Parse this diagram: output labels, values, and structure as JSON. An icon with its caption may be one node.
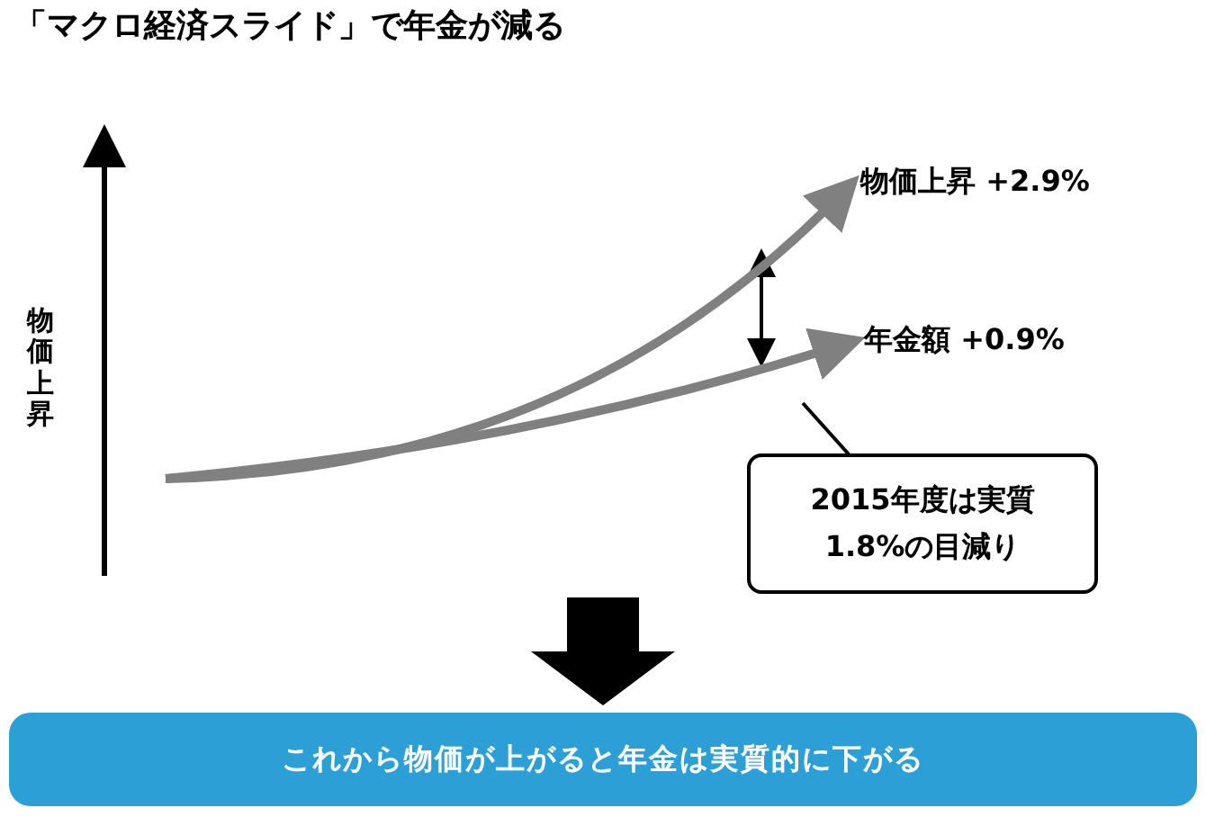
{
  "diagram": {
    "title": "「マクロ経済スライド」で年金が減る",
    "nodes": [
      {
        "text": [
          "物価上昇 +2.9%"
        ]
      },
      {
        "text": [
          "年金額 +0.9%"
        ]
      },
      {
        "text": [
          "2015年度は実質 1.8%の目減り"
        ]
      },
      {
        "text": [
          "これから物価が上がると年金は実質的に下がる"
        ]
      }
    ],
    "edges": [
      {
        "from": null,
        "to": 0,
        "arrow": "to"
      },
      {
        "from": null,
        "to": 1,
        "arrow": "to"
      },
      {
        "from": null,
        "to": 3,
        "arrow": "to",
        "style": "thick",
        "color": "#000000"
      }
    ],
    "labels": [
      "物価上昇"
    ]
  }
}
